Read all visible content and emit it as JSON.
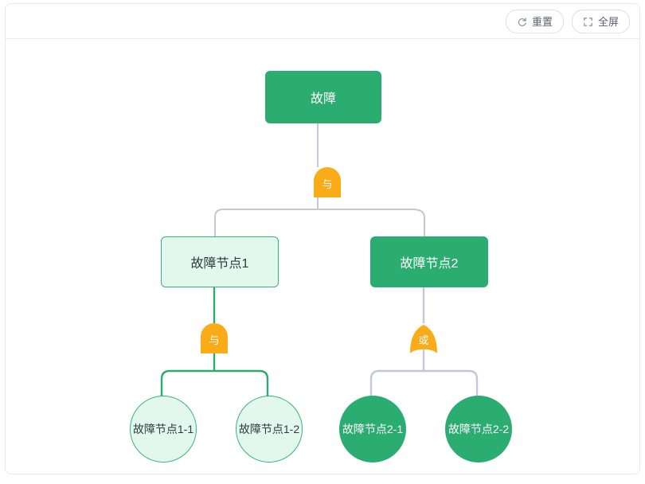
{
  "toolbar": {
    "reset": {
      "label": "重置",
      "icon": "refresh-icon"
    },
    "fullscreen": {
      "label": "全屏",
      "icon": "fullscreen-icon"
    }
  },
  "colors": {
    "solid_green": "#2bad72",
    "light_green": "#e2f8ed",
    "border_green": "#35b47c",
    "gate_orange": "#f9ab18",
    "edge_gray": "#c5c7d9",
    "edge_green": "#2bab6e",
    "card_border": "#e8e8ef",
    "text_dark": "#2f3a43",
    "text_white": "#ffffff"
  },
  "tree": {
    "root": {
      "label": "故障",
      "style": "solid"
    },
    "gates": [
      {
        "id": "gate-root",
        "type": "and",
        "label": "与"
      },
      {
        "id": "gate-left",
        "type": "and",
        "label": "与"
      },
      {
        "id": "gate-right",
        "type": "or",
        "label": "或"
      }
    ],
    "level2": [
      {
        "id": "node-1",
        "label": "故障节点1",
        "style": "light"
      },
      {
        "id": "node-2",
        "label": "故障节点2",
        "style": "solid"
      }
    ],
    "leaves": [
      {
        "id": "node-1-1",
        "label": "故障节点1-1",
        "style": "light"
      },
      {
        "id": "node-1-2",
        "label": "故障节点1-2",
        "style": "light"
      },
      {
        "id": "node-2-1",
        "label": "故障节点2-1",
        "style": "solid"
      },
      {
        "id": "node-2-2",
        "label": "故障节点2-2",
        "style": "solid"
      }
    ]
  }
}
